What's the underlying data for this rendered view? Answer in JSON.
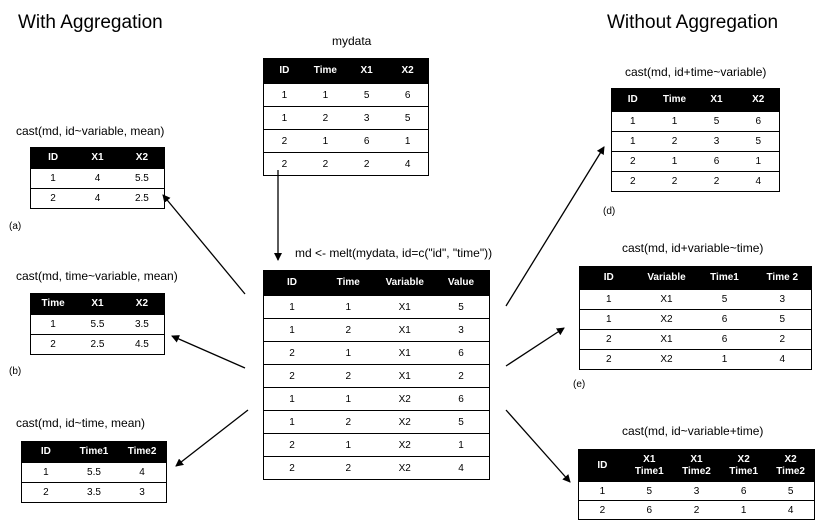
{
  "headings": {
    "left": "With Aggregation",
    "right": "Without Aggregation"
  },
  "mydata": {
    "caption": "mydata",
    "header": [
      "ID",
      "Time",
      "X1",
      "X2"
    ],
    "rows": [
      [
        "1",
        "1",
        "5",
        "6"
      ],
      [
        "1",
        "2",
        "3",
        "5"
      ],
      [
        "2",
        "1",
        "6",
        "1"
      ],
      [
        "2",
        "2",
        "2",
        "4"
      ]
    ]
  },
  "melted": {
    "caption": "md <- melt(mydata, id=c(\"id\", \"time\"))",
    "header": [
      "ID",
      "Time",
      "Variable",
      "Value"
    ],
    "rows": [
      [
        "1",
        "1",
        "X1",
        "5"
      ],
      [
        "1",
        "2",
        "X1",
        "3"
      ],
      [
        "2",
        "1",
        "X1",
        "6"
      ],
      [
        "2",
        "2",
        "X1",
        "2"
      ],
      [
        "1",
        "1",
        "X2",
        "6"
      ],
      [
        "1",
        "2",
        "X2",
        "5"
      ],
      [
        "2",
        "1",
        "X2",
        "1"
      ],
      [
        "2",
        "2",
        "X2",
        "4"
      ]
    ]
  },
  "agg_a": {
    "caption": "cast(md, id~variable, mean)",
    "tag": "(a)",
    "header": [
      "ID",
      "X1",
      "X2"
    ],
    "rows": [
      [
        "1",
        "4",
        "5.5"
      ],
      [
        "2",
        "4",
        "2.5"
      ]
    ]
  },
  "agg_b": {
    "caption": "cast(md, time~variable, mean)",
    "tag": "(b)",
    "header": [
      "Time",
      "X1",
      "X2"
    ],
    "rows": [
      [
        "1",
        "5.5",
        "3.5"
      ],
      [
        "2",
        "2.5",
        "4.5"
      ]
    ]
  },
  "agg_c": {
    "caption": "cast(md, id~time, mean)",
    "header": [
      "ID",
      "Time1",
      "Time2"
    ],
    "rows": [
      [
        "1",
        "5.5",
        "4"
      ],
      [
        "2",
        "3.5",
        "3"
      ]
    ]
  },
  "noagg_d": {
    "caption": "cast(md, id+time~variable)",
    "tag": "(d)",
    "header": [
      "ID",
      "Time",
      "X1",
      "X2"
    ],
    "rows": [
      [
        "1",
        "1",
        "5",
        "6"
      ],
      [
        "1",
        "2",
        "3",
        "5"
      ],
      [
        "2",
        "1",
        "6",
        "1"
      ],
      [
        "2",
        "2",
        "2",
        "4"
      ]
    ]
  },
  "noagg_e": {
    "caption": "cast(md, id+variable~time)",
    "tag": "(e)",
    "header": [
      "ID",
      "Variable",
      "Time1",
      "Time 2"
    ],
    "rows": [
      [
        "1",
        "X1",
        "5",
        "3"
      ],
      [
        "1",
        "X2",
        "6",
        "5"
      ],
      [
        "2",
        "X1",
        "6",
        "2"
      ],
      [
        "2",
        "X2",
        "1",
        "4"
      ]
    ]
  },
  "noagg_f": {
    "caption": "cast(md, id~variable+time)",
    "header": [
      "ID",
      "X1\nTime1",
      "X1\nTime2",
      "X2\nTime1",
      "X2\nTime2"
    ],
    "rows": [
      [
        "1",
        "5",
        "3",
        "6",
        "5"
      ],
      [
        "2",
        "6",
        "2",
        "1",
        "4"
      ]
    ]
  }
}
